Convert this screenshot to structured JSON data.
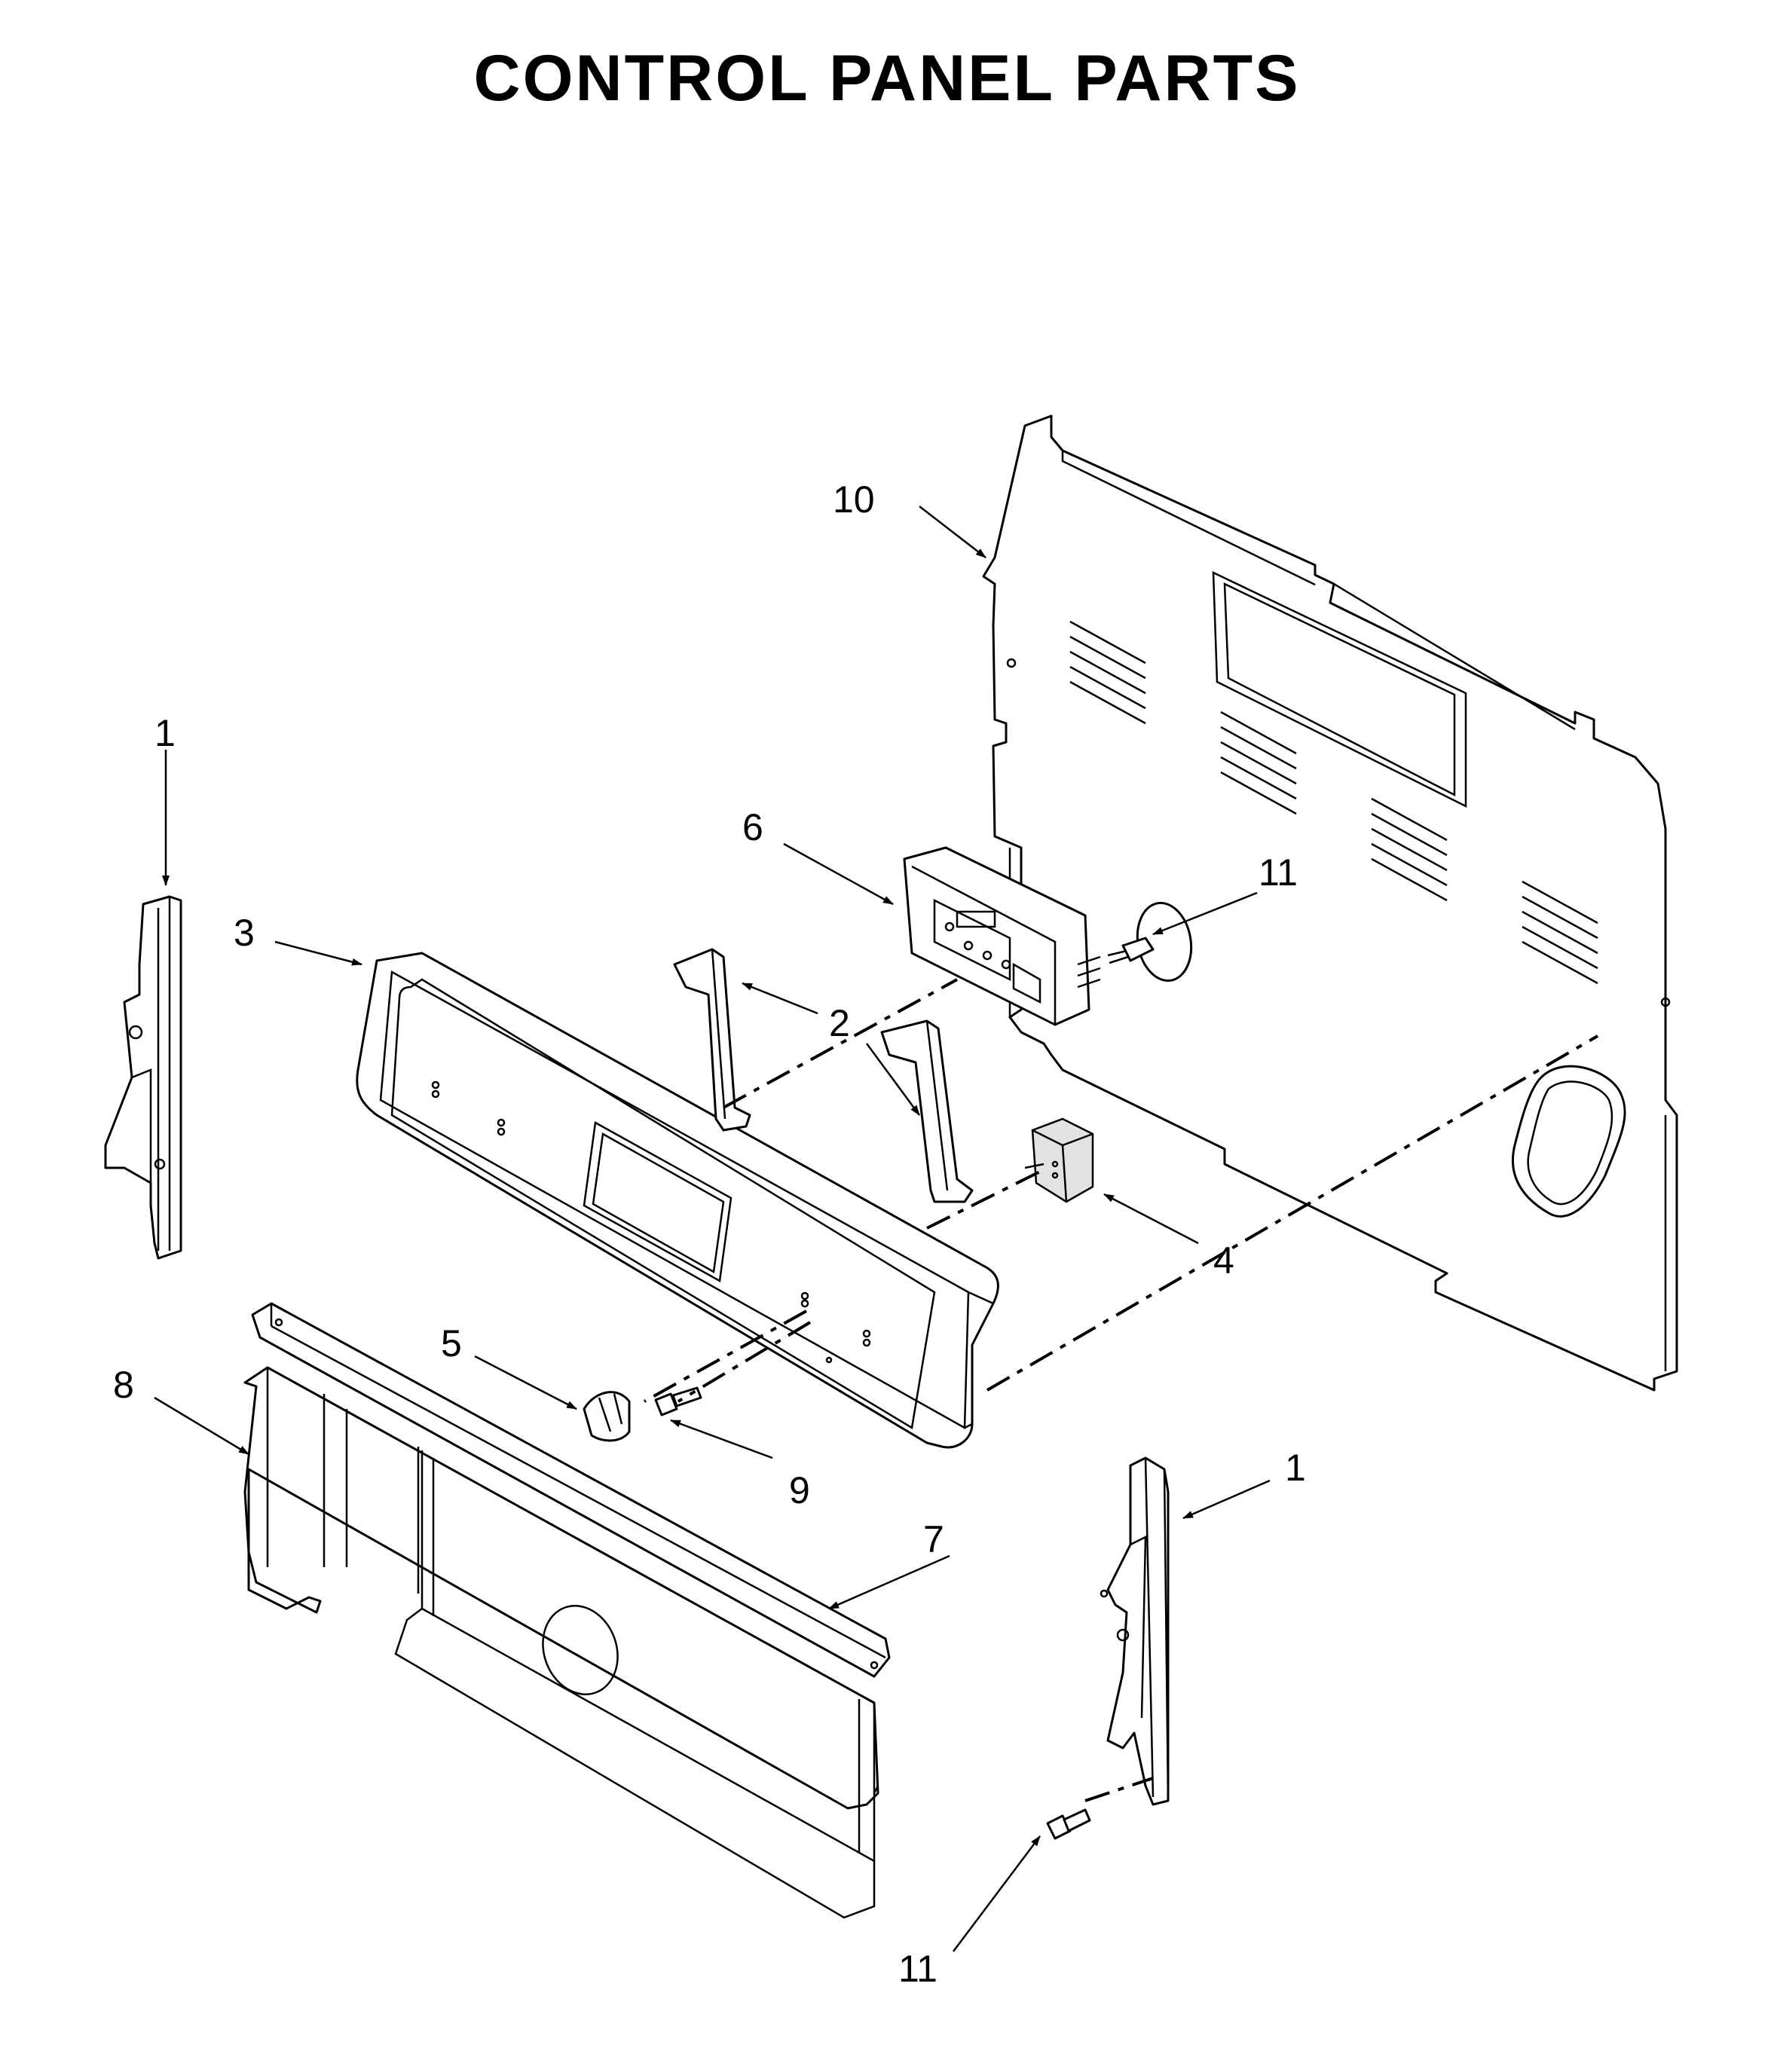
{
  "title": "CONTROL PANEL PARTS",
  "callouts": {
    "c10": "10",
    "c1_left": "1",
    "c3": "3",
    "c6": "6",
    "c11_top": "11",
    "c2": "2",
    "c4": "4",
    "c5": "5",
    "c8": "8",
    "c9": "9",
    "c7": "7",
    "c1_right": "1",
    "c11_bottom": "11"
  },
  "parts": [
    {
      "callout": "1",
      "part": "end-cap-bracket"
    },
    {
      "callout": "2",
      "part": "panel-bracket"
    },
    {
      "callout": "3",
      "part": "control-panel"
    },
    {
      "callout": "4",
      "part": "relay-box"
    },
    {
      "callout": "5",
      "part": "control-knob"
    },
    {
      "callout": "6",
      "part": "control-board"
    },
    {
      "callout": "7",
      "part": "front-trim"
    },
    {
      "callout": "8",
      "part": "lower-panel"
    },
    {
      "callout": "9",
      "part": "screw"
    },
    {
      "callout": "10",
      "part": "rear-panel"
    },
    {
      "callout": "11",
      "part": "screw"
    }
  ]
}
